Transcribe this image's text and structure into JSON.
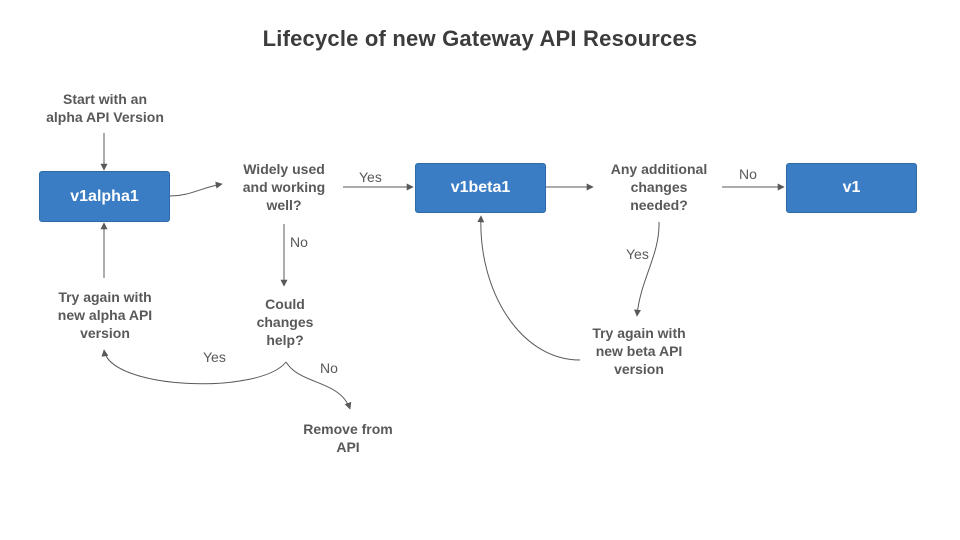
{
  "title": "Lifecycle of new Gateway API Resources",
  "nodes": {
    "start": "Start with an\nalpha API Version",
    "v1alpha1": "v1alpha1",
    "widely_used": "Widely used\nand working\nwell?",
    "v1beta1": "v1beta1",
    "additional_changes": "Any additional\nchanges\nneeded?",
    "v1": "v1",
    "retry_alpha": "Try again with\nnew alpha API\nversion",
    "could_help": "Could\nchanges\nhelp?",
    "retry_beta": "Try again with\nnew beta API\nversion",
    "remove": "Remove from\nAPI"
  },
  "edge_labels": {
    "widely_yes": "Yes",
    "widely_no": "No",
    "changes_no": "No",
    "changes_yes": "Yes",
    "help_yes": "Yes",
    "help_no": "No"
  },
  "colors": {
    "box_fill": "#3b7dc4",
    "box_text": "#ffffff",
    "text": "#595959",
    "arrow": "#595959"
  }
}
